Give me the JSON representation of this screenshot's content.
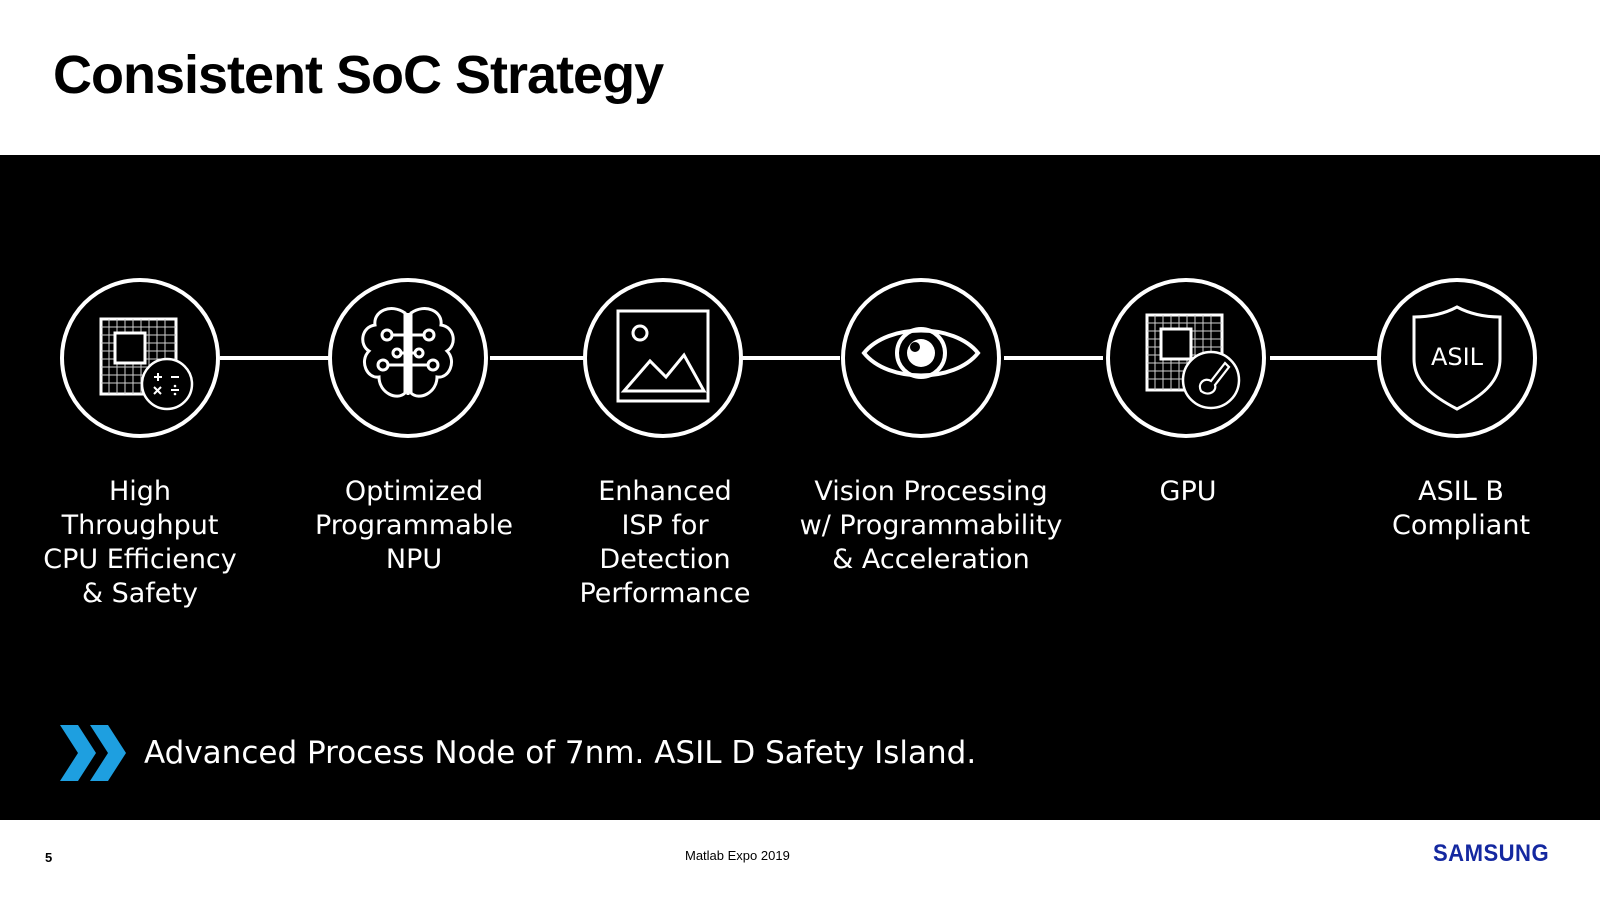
{
  "slide": {
    "title": "Consistent SoC Strategy",
    "items": [
      {
        "icon": "cpu-calculator-icon",
        "label": "High\nThroughput\nCPU Efficiency\n& Safety"
      },
      {
        "icon": "brain-circuit-icon",
        "label": "Optimized\nProgrammable\nNPU"
      },
      {
        "icon": "image-icon",
        "label": "Enhanced\nISP for\nDetection\nPerformance"
      },
      {
        "icon": "eye-icon",
        "label": "Vision Processing\nw/ Programmability\n& Acceleration"
      },
      {
        "icon": "chip-brush-icon",
        "label": "GPU"
      },
      {
        "icon": "shield-icon",
        "label": "ASIL B\nCompliant",
        "badge_text": "ASIL"
      }
    ],
    "highlight": "Advanced Process Node of 7nm. ASIL D Safety Island.",
    "colors": {
      "accent": "#1e9fe0",
      "brand": "#1428a0",
      "band": "#000000"
    }
  },
  "footer": {
    "page_number": "5",
    "event": "Matlab Expo 2019",
    "logo_text": "SAMSUNG"
  }
}
